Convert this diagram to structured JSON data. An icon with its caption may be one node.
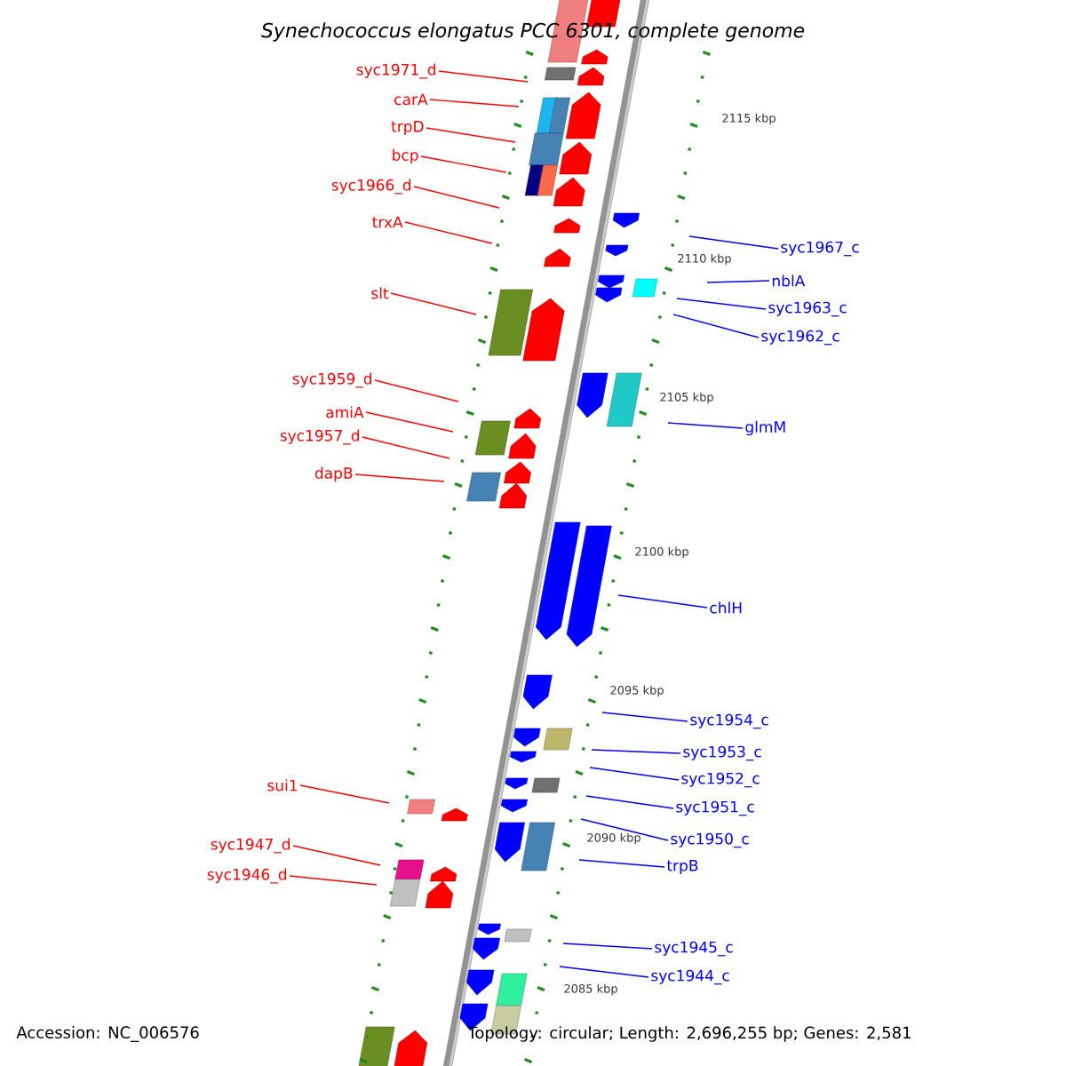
{
  "diagram": {
    "title": "*Synechococcus elongatus* PCC 6301, complete genome",
    "nodes": [
      {
        "text": [
          "syc1971_d"
        ]
      },
      {
        "text": [
          "carA"
        ]
      },
      {
        "text": [
          "trpD"
        ]
      },
      {
        "text": [
          "bcp"
        ]
      },
      {
        "text": [
          "syc1966_d"
        ]
      },
      {
        "text": [
          "trxA"
        ]
      },
      {
        "text": [
          "slt"
        ]
      },
      {
        "text": [
          "syc1959_d"
        ]
      },
      {
        "text": [
          "amiA"
        ]
      },
      {
        "text": [
          "syc1957_d"
        ]
      },
      {
        "text": [
          "dapB"
        ]
      },
      {
        "text": [
          "sui1"
        ]
      },
      {
        "text": [
          "syc1947_d"
        ]
      },
      {
        "text": [
          "syc1946_d"
        ]
      },
      {
        "text": [
          "syc1967_c"
        ]
      },
      {
        "text": [
          "nblA"
        ]
      },
      {
        "text": [
          "syc1963_c"
        ]
      },
      {
        "text": [
          "syc1962_c"
        ]
      },
      {
        "text": [
          "glmM"
        ]
      },
      {
        "text": [
          "chlH"
        ]
      },
      {
        "text": [
          "syc1954_c"
        ]
      },
      {
        "text": [
          "syc1953_c"
        ]
      },
      {
        "text": [
          "syc1952_c"
        ]
      },
      {
        "text": [
          "syc1951_c"
        ]
      },
      {
        "text": [
          "syc1950_c"
        ]
      },
      {
        "text": [
          "trpB"
        ]
      },
      {
        "text": [
          "syc1945_c"
        ]
      },
      {
        "text": [
          "syc1944_c"
        ]
      }
    ],
    "edges": [
      {
        "from": 0,
        "to": null,
        "arrow": "none",
        "color": "#ff0000"
      },
      {
        "from": 1,
        "to": null,
        "arrow": "none",
        "color": "#ff0000"
      },
      {
        "from": 2,
        "to": null,
        "arrow": "none",
        "color": "#ff0000"
      },
      {
        "from": 3,
        "to": null,
        "arrow": "none",
        "color": "#ff0000"
      },
      {
        "from": 4,
        "to": null,
        "arrow": "none",
        "color": "#ff0000"
      },
      {
        "from": 5,
        "to": null,
        "arrow": "none",
        "color": "#ff0000"
      },
      {
        "from": 6,
        "to": null,
        "arrow": "none",
        "color": "#ff0000"
      },
      {
        "from": 7,
        "to": null,
        "arrow": "none",
        "color": "#ff0000"
      },
      {
        "from": 8,
        "to": null,
        "arrow": "none",
        "color": "#ff0000"
      },
      {
        "from": 9,
        "to": null,
        "arrow": "none",
        "color": "#ff0000"
      },
      {
        "from": 10,
        "to": null,
        "arrow": "none",
        "color": "#ff0000"
      },
      {
        "from": 11,
        "to": null,
        "arrow": "none",
        "color": "#ff0000"
      },
      {
        "from": 12,
        "to": null,
        "arrow": "none",
        "color": "#ff0000"
      },
      {
        "from": 13,
        "to": null,
        "arrow": "none",
        "color": "#ff0000"
      },
      {
        "from": 14,
        "to": null,
        "arrow": "none",
        "color": "#0000ff"
      },
      {
        "from": 15,
        "to": null,
        "arrow": "none",
        "color": "#0000ff"
      },
      {
        "from": 16,
        "to": null,
        "arrow": "none",
        "color": "#0000ff"
      },
      {
        "from": 17,
        "to": null,
        "arrow": "none",
        "color": "#0000ff"
      },
      {
        "from": 18,
        "to": null,
        "arrow": "none",
        "color": "#0000ff"
      },
      {
        "from": 19,
        "to": null,
        "arrow": "none",
        "color": "#0000ff"
      },
      {
        "from": 20,
        "to": null,
        "arrow": "none",
        "color": "#0000ff"
      },
      {
        "from": 21,
        "to": null,
        "arrow": "none",
        "color": "#0000ff"
      },
      {
        "from": 22,
        "to": null,
        "arrow": "none",
        "color": "#0000ff"
      },
      {
        "from": 23,
        "to": null,
        "arrow": "none",
        "color": "#0000ff"
      },
      {
        "from": 24,
        "to": null,
        "arrow": "none",
        "color": "#0000ff"
      },
      {
        "from": 25,
        "to": null,
        "arrow": "none",
        "color": "#0000ff"
      },
      {
        "from": 26,
        "to": null,
        "arrow": "none",
        "color": "#0000ff"
      },
      {
        "from": 27,
        "to": null,
        "arrow": "none",
        "color": "#0000ff"
      }
    ],
    "labels": [
      "2115 kbp",
      "2110 kbp",
      "2105 kbp",
      "2100 kbp",
      "2095 kbp",
      "2090 kbp",
      "2085 kbp",
      "Accession: NC_006576",
      "Topology: circular; Length: 2,696,255 bp; Genes: 2,581"
    ]
  }
}
